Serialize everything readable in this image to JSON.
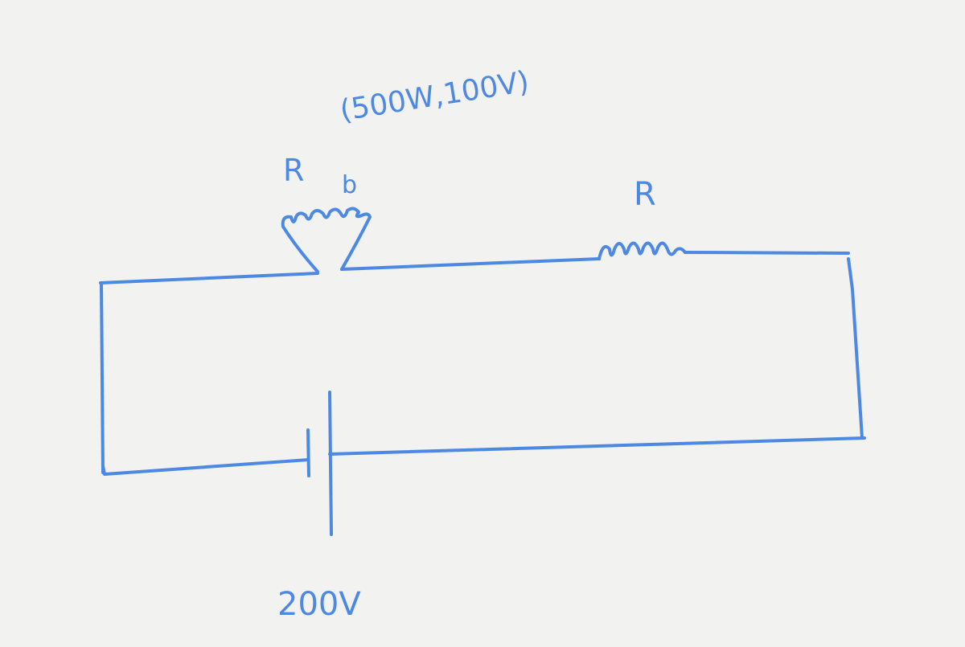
{
  "diagram": {
    "ink_color": "#4d88e3",
    "background": "#f2f2f1",
    "bulb": {
      "label": "R",
      "subscript": "b",
      "rating": "(500W,100V)"
    },
    "resistor": {
      "label": "R"
    },
    "battery": {
      "label": "200V"
    }
  }
}
